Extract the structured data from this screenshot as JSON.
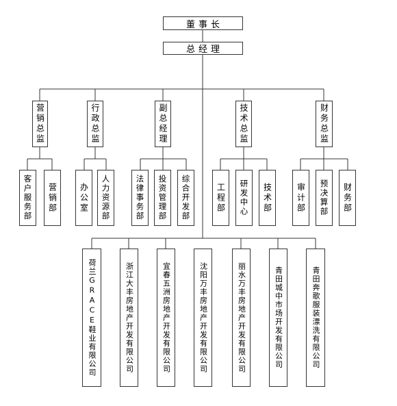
{
  "chart": {
    "chairman": "董事长",
    "general_manager": "总经理",
    "directors": [
      {
        "label": "营销总监",
        "departments": [
          "客户服务部",
          "营销部"
        ]
      },
      {
        "label": "行政总监",
        "departments": [
          "办公室",
          "人力资源部"
        ]
      },
      {
        "label": "副总经理",
        "departments": [
          "法律事务部",
          "投资管理部",
          "综合开发部"
        ]
      },
      {
        "label": "技术总监",
        "departments": [
          "工程部",
          "研发中心",
          "技术部"
        ]
      },
      {
        "label": "财务总监",
        "departments": [
          "审计部",
          "预决算部",
          "财务部"
        ]
      }
    ],
    "subsidiaries": [
      "荷兰GRACE鞋业有限公司",
      "浙江大丰房地产开发有限公司",
      "宜春五洲房地产开发有限公司",
      "沈阳万丰房地产开发有限公司",
      "丽水万丰房地产开发有限公司",
      "青田城中市场开发有限公司",
      "青田奔歌服装漂洗有限公司"
    ]
  }
}
